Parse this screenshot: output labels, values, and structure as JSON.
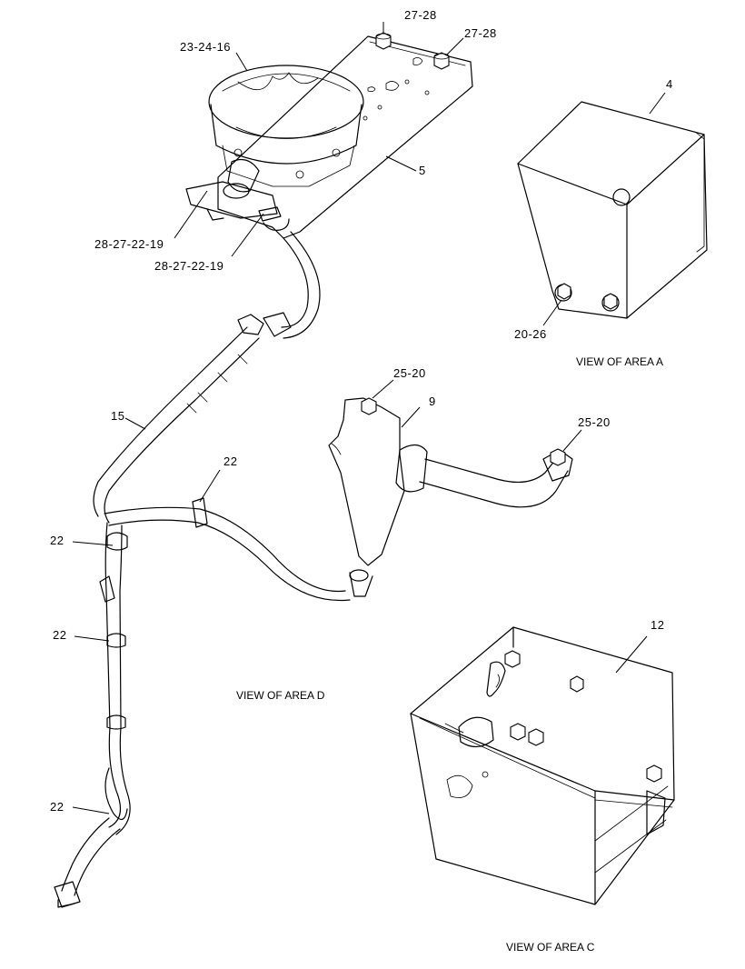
{
  "callouts": {
    "c_27_28_a": "27-28",
    "c_27_28_b": "27-28",
    "c_23_24_16": "23-24-16",
    "c_5": "5",
    "c_28_27_22_19_a": "28-27-22-19",
    "c_28_27_22_19_b": "28-27-22-19",
    "c_4": "4",
    "c_20_26": "20-26",
    "c_25_20_a": "25-20",
    "c_9": "9",
    "c_25_20_b": "25-20",
    "c_15": "15",
    "c_22_a": "22",
    "c_22_b": "22",
    "c_22_c": "22",
    "c_22_d": "22",
    "c_12": "12"
  },
  "captions": {
    "view_a": "VIEW OF AREA A",
    "view_d": "VIEW OF AREA D",
    "view_c": "VIEW OF AREA C"
  }
}
